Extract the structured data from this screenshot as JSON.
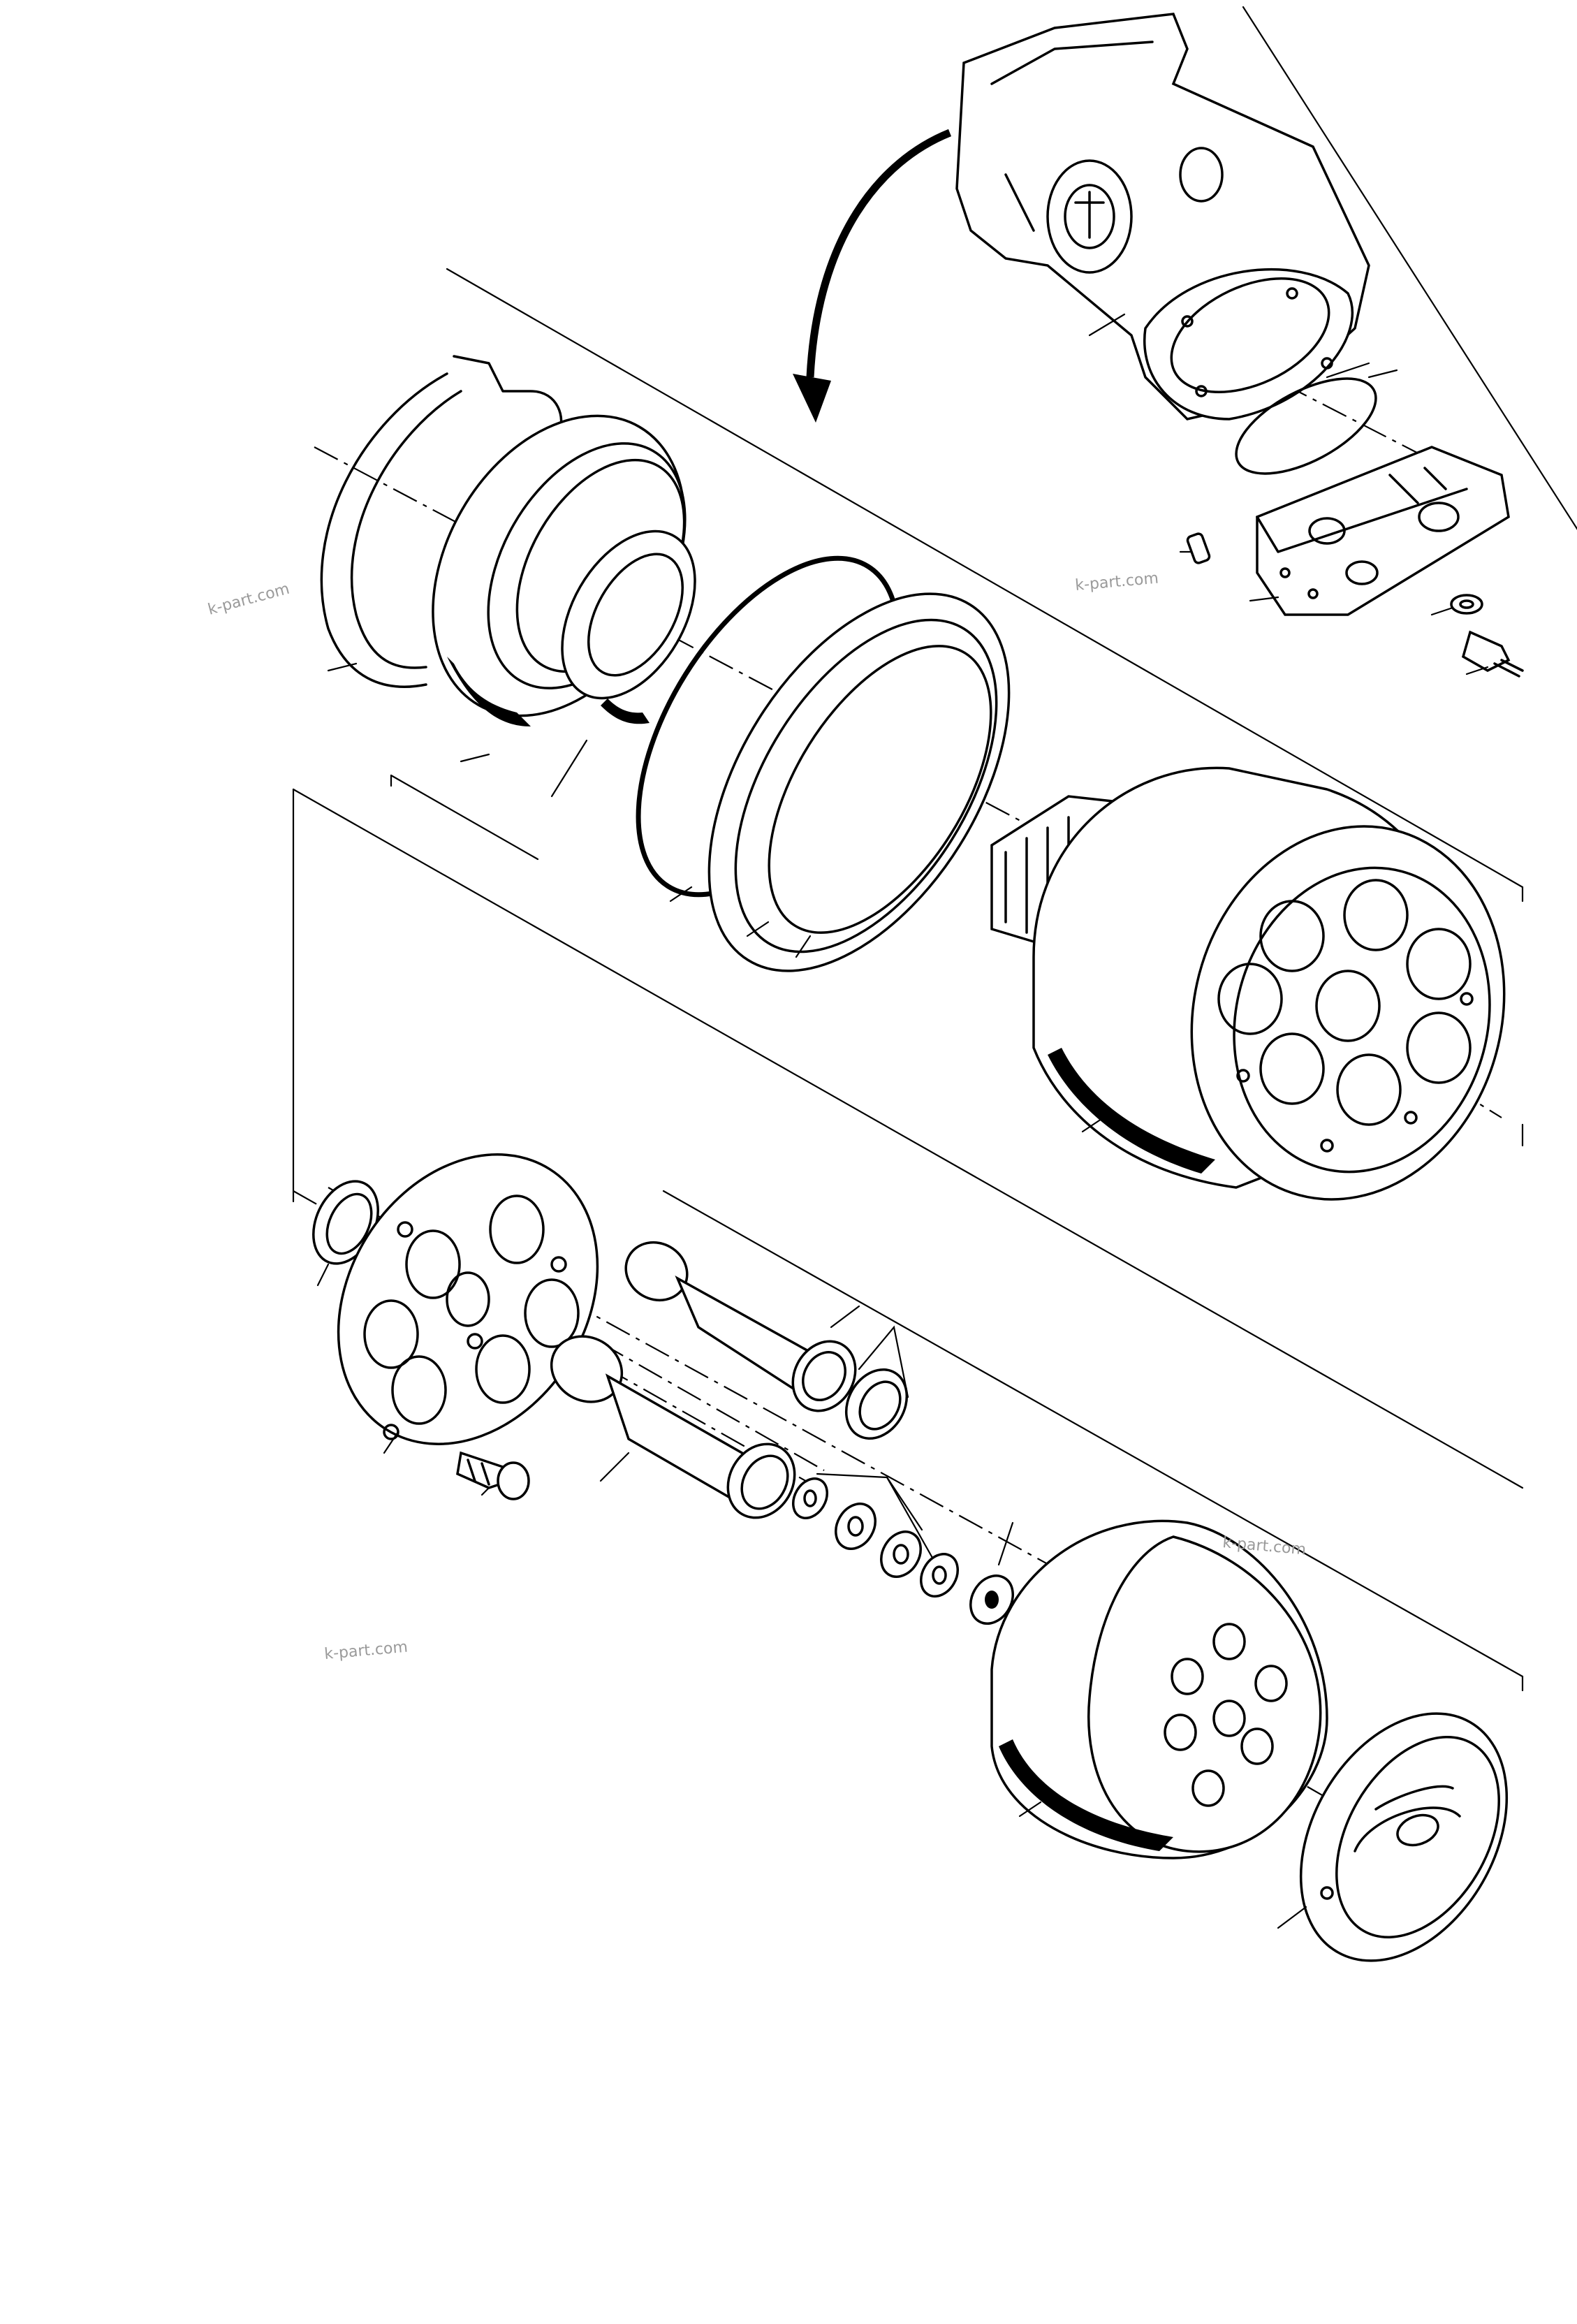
{
  "watermarks": [
    "k-part.com",
    "k-part.com",
    "k-part.com",
    "k-part.com"
  ],
  "colors": {
    "ink": "#000000",
    "paper": "#ffffff",
    "watermark": "#9a9a9a"
  }
}
